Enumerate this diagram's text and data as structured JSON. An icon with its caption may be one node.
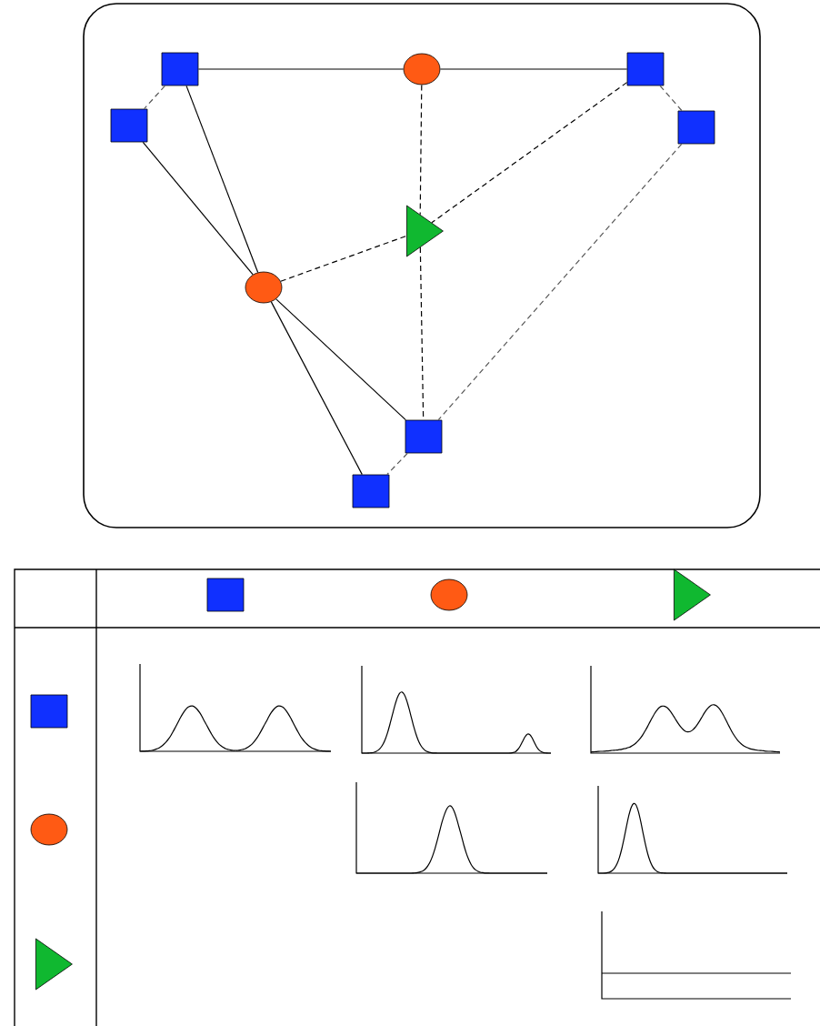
{
  "diagram": {
    "nodes": [
      {
        "text": [],
        "shape": "frame"
      },
      {
        "text": [],
        "shape": "box",
        "in": 0
      },
      {
        "text": [],
        "shape": "circle",
        "in": 0
      },
      {
        "text": [],
        "shape": "box",
        "in": 0
      },
      {
        "text": [],
        "shape": "box",
        "in": 0
      },
      {
        "text": [],
        "shape": "box",
        "in": 0
      },
      {
        "text": [],
        "shape": "triangle",
        "in": 0
      },
      {
        "text": [],
        "shape": "circle",
        "in": 0
      },
      {
        "text": [],
        "shape": "box",
        "in": 0
      },
      {
        "text": [],
        "shape": "box",
        "in": 0
      },
      {
        "text": [],
        "shape": "box"
      },
      {
        "text": [],
        "shape": "circle"
      },
      {
        "text": [],
        "shape": "triangle"
      },
      {
        "text": [],
        "shape": "box"
      },
      {
        "text": [],
        "shape": "circle"
      },
      {
        "text": [],
        "shape": "triangle"
      }
    ],
    "edges": [
      {
        "from": 1,
        "to": 2,
        "arrow": "none"
      },
      {
        "from": 2,
        "to": 3,
        "arrow": "none"
      },
      {
        "from": 1,
        "to": 4,
        "arrow": "none",
        "style": "dashed",
        "color": "#555555"
      },
      {
        "from": 3,
        "to": 5,
        "arrow": "none",
        "style": "dashed",
        "color": "#555555"
      },
      {
        "from": 1,
        "to": 7,
        "arrow": "none"
      },
      {
        "from": 4,
        "to": 7,
        "arrow": "none"
      },
      {
        "from": 7,
        "to": 8,
        "arrow": "none"
      },
      {
        "from": 7,
        "to": 9,
        "arrow": "none"
      },
      {
        "from": 8,
        "to": 9,
        "arrow": "none",
        "style": "dashed",
        "color": "#555555"
      },
      {
        "from": 2,
        "to": 6,
        "arrow": "none",
        "style": "dashed"
      },
      {
        "from": 6,
        "to": 8,
        "arrow": "none",
        "style": "dashed"
      },
      {
        "from": 7,
        "to": 6,
        "arrow": "none",
        "style": "dashed"
      },
      {
        "from": 3,
        "to": 6,
        "arrow": "none",
        "style": "dashed"
      },
      {
        "from": 5,
        "to": 8,
        "arrow": "none",
        "style": "dashed",
        "color": "#555555"
      }
    ]
  }
}
